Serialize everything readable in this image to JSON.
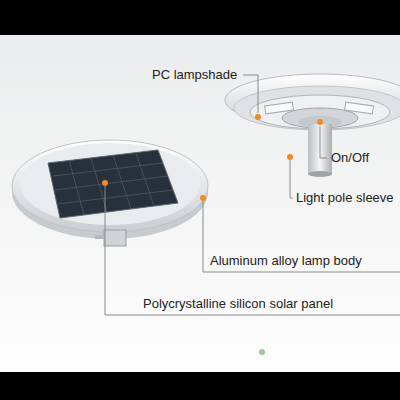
{
  "diagram": {
    "labels": [
      "PC lampshade",
      "On/Off",
      "Light pole sleeve",
      "Aluminum alloy lamp body",
      "Polycrystalline silicon solar panel"
    ]
  }
}
